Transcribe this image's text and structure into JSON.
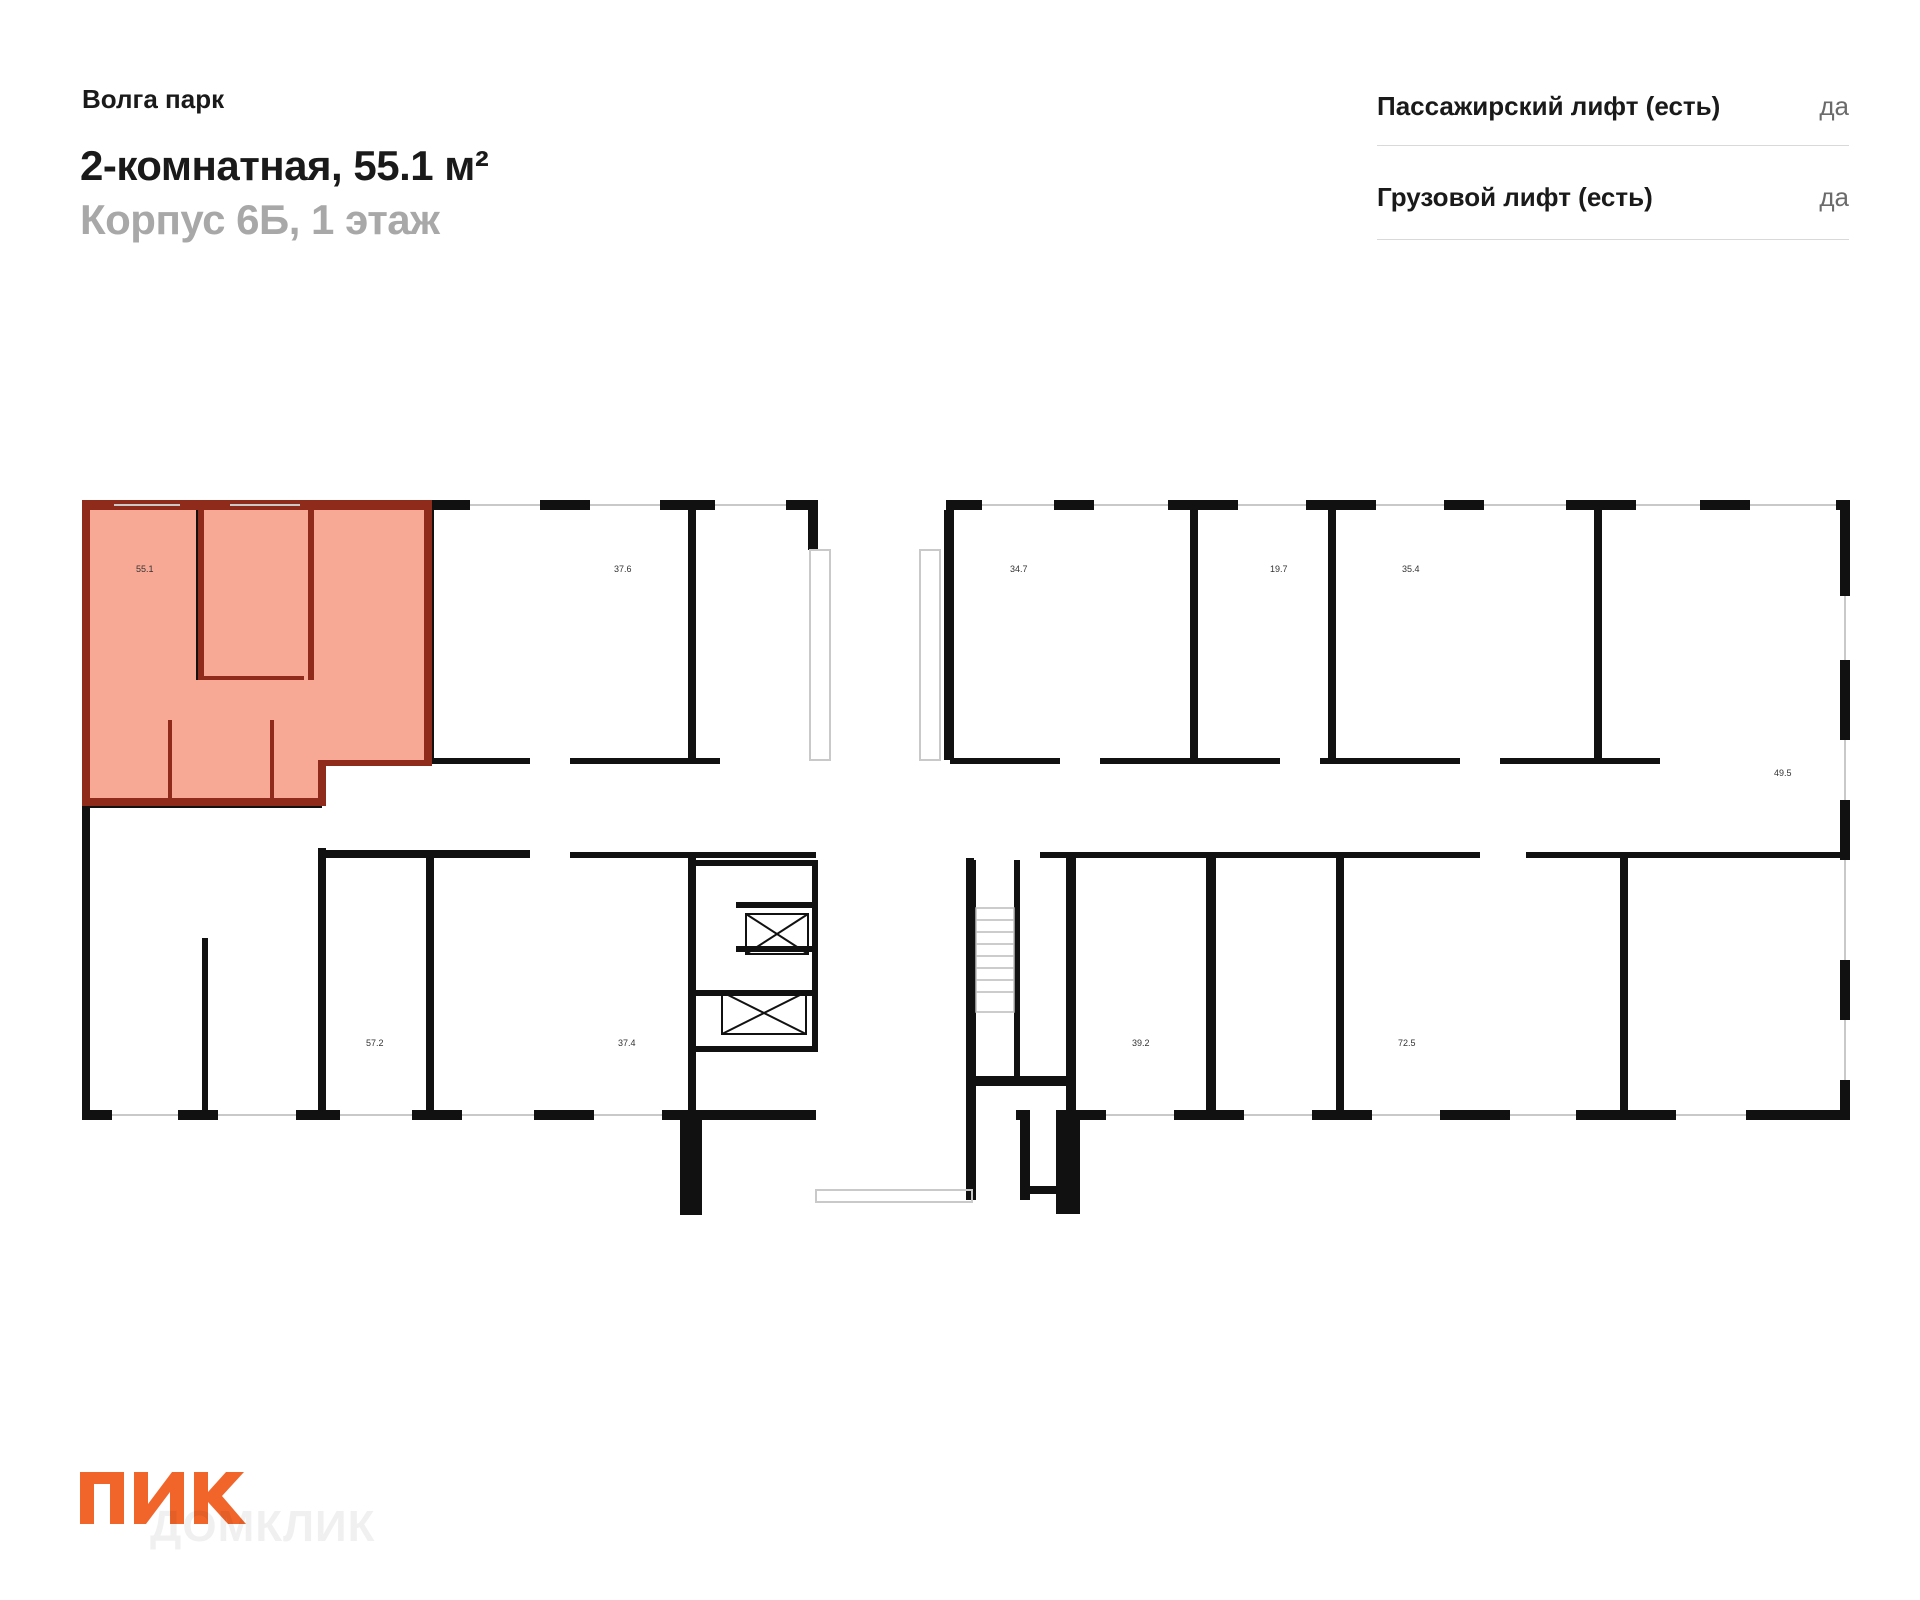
{
  "project": "Волга парк",
  "apartment": {
    "title": "2-комнатная, 55.1 м²",
    "subtitle": "Корпус 6Б, 1 этаж"
  },
  "specs": [
    {
      "label": "Пассажирский лифт (есть)",
      "value": "да"
    },
    {
      "label": "Грузовой лифт (есть)",
      "value": "да"
    }
  ],
  "plan": {
    "highlight_color": "#f8a995",
    "highlight_wall_color": "#8f2b1b",
    "areas": [
      "55.1",
      "37.6",
      "34.7",
      "19.7",
      "35.4",
      "49.5",
      "57.2",
      "37.4",
      "39.2",
      "72.5"
    ]
  },
  "logo": {
    "text": "ПИК",
    "color": "#f2652a",
    "watermark": "ДОМКЛИК"
  }
}
